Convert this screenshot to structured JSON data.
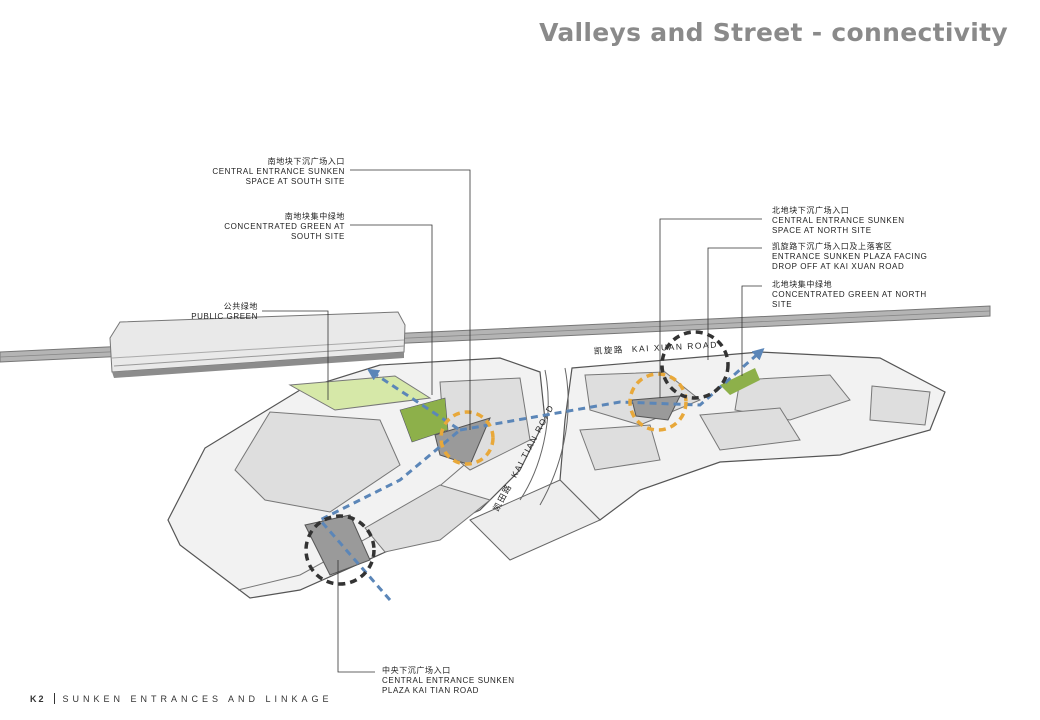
{
  "title": "Valleys and Street - connectivity",
  "footer": {
    "code": "K2",
    "section": "SUNKEN ENTRANCES AND LINKAGE"
  },
  "callouts": {
    "south_entrance": {
      "cn": "南地块下沉广场入口",
      "en1": "CENTRAL ENTRANCE SUNKEN",
      "en2": "SPACE AT SOUTH SITE"
    },
    "south_green": {
      "cn": "南地块集中绿地",
      "en1": "CONCENTRATED GREEN AT",
      "en2": "SOUTH SITE"
    },
    "public_green": {
      "cn": "公共绿地",
      "en1": "PUBLIC GREEN"
    },
    "north_entrance": {
      "cn": "北地块下沉广场入口",
      "en1": "CENTRAL ENTRANCE SUNKEN",
      "en2": "SPACE AT NORTH SITE"
    },
    "kaixuan_plaza": {
      "cn": "凯旋路下沉广场入口及上落客区",
      "en1": "ENTRANCE SUNKEN PLAZA FACING",
      "en2": "DROP OFF AT KAI XUAN ROAD"
    },
    "north_green": {
      "cn": "北地块集中绿地",
      "en1": "CONCENTRATED GREEN AT NORTH",
      "en2": "SITE"
    },
    "central_plaza": {
      "cn": "中央下沉广场入口",
      "en1": "CENTRAL ENTRANCE SUNKEN",
      "en2": "PLAZA KAI TIAN ROAD"
    }
  },
  "roads": {
    "kaixuan_cn": "凯旋路",
    "kaixuan_en": "KAI XUAN ROAD",
    "kaitian_cn": "凯田路",
    "kaitian_en": "KAI TIAN ROAD"
  }
}
